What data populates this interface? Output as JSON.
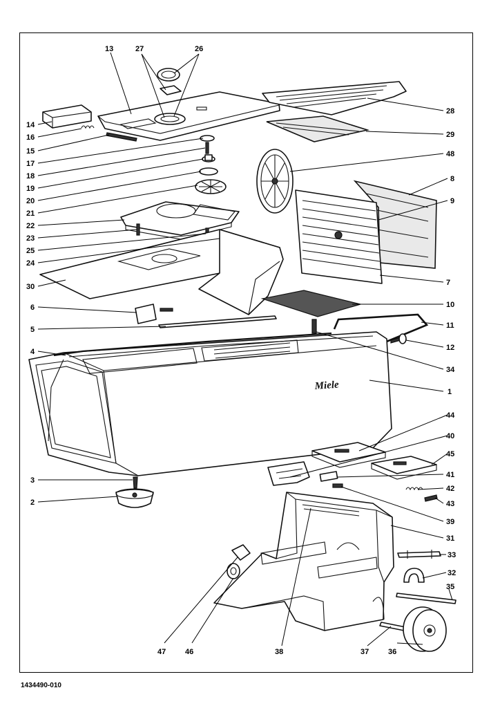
{
  "brand": "Miele",
  "document_number": "1434490-010",
  "callouts": {
    "c1": "1",
    "c2": "2",
    "c3": "3",
    "c4": "4",
    "c5": "5",
    "c6": "6",
    "c7": "7",
    "c8": "8",
    "c9": "9",
    "c10": "10",
    "c11": "11",
    "c12": "12",
    "c13": "13",
    "c14": "14",
    "c15": "15",
    "c16": "16",
    "c17": "17",
    "c18": "18",
    "c19": "19",
    "c20": "20",
    "c21": "21",
    "c22": "22",
    "c23": "23",
    "c24": "24",
    "c25": "25",
    "c26": "26",
    "c27": "27",
    "c28": "28",
    "c29": "29",
    "c30": "30",
    "c31": "31",
    "c32": "32",
    "c33": "33",
    "c34": "34",
    "c35": "35",
    "c36": "36",
    "c37": "37",
    "c38": "38",
    "c39": "39",
    "c40": "40",
    "c41": "41",
    "c42": "42",
    "c43": "43",
    "c44": "44",
    "c45": "45",
    "c46": "46",
    "c47": "47",
    "c48": "48"
  },
  "colors": {
    "ink": "#111111",
    "paper": "#ffffff",
    "shade": "#e9e9e9"
  }
}
